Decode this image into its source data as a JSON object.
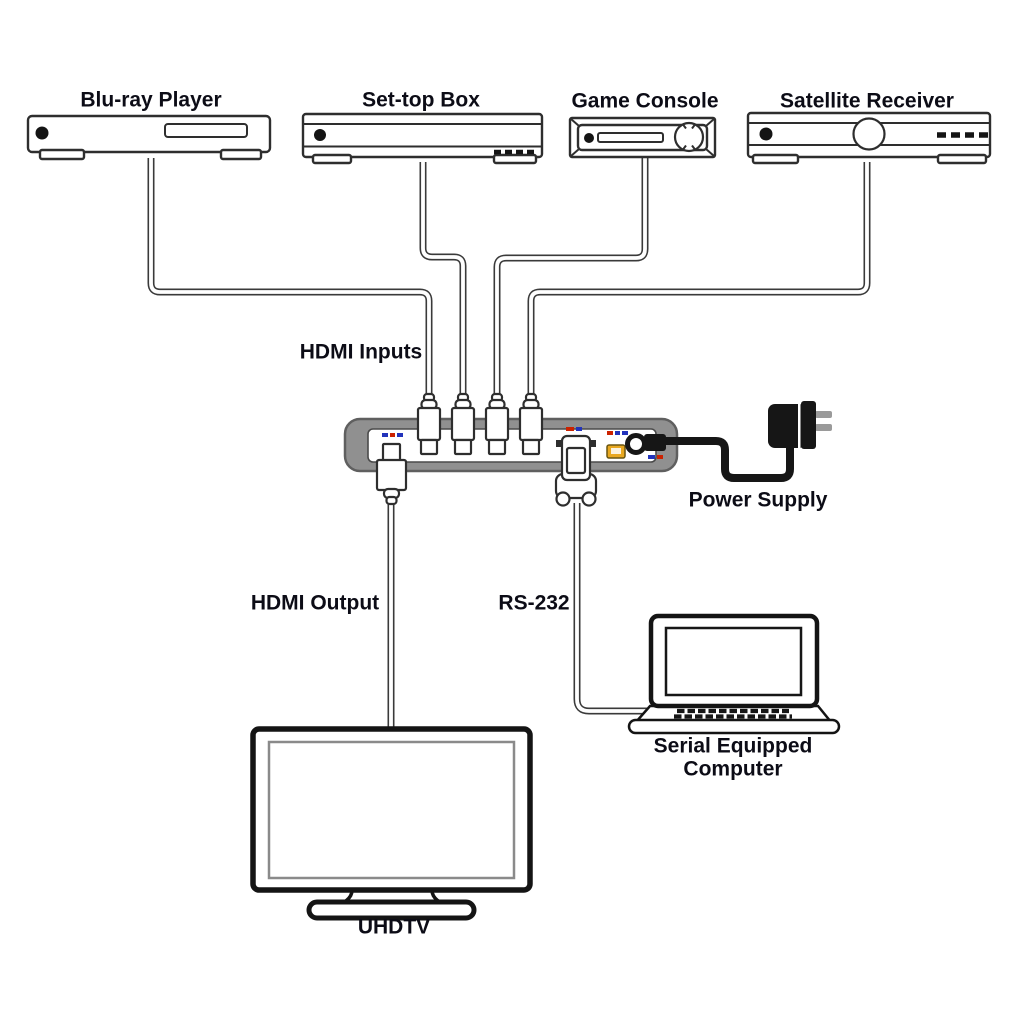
{
  "labels": {
    "blu_ray": "Blu-ray Player",
    "set_top": "Set-top Box",
    "game_console": "Game Console",
    "satellite": "Satellite Receiver",
    "hdmi_inputs": "HDMI Inputs",
    "power_supply": "Power Supply",
    "hdmi_output": "HDMI Output",
    "rs232": "RS-232",
    "serial_computer_line1": "Serial Equipped",
    "serial_computer_line2": "Computer",
    "uhdtv": "UHDTV"
  },
  "devices": [
    {
      "name": "Blu-ray Player",
      "role": "HDMI source"
    },
    {
      "name": "Set-top Box",
      "role": "HDMI source"
    },
    {
      "name": "Game Console",
      "role": "HDMI source"
    },
    {
      "name": "Satellite Receiver",
      "role": "HDMI source"
    },
    {
      "name": "Switch Unit",
      "role": "HDMI switcher"
    },
    {
      "name": "UHDTV",
      "role": "display"
    },
    {
      "name": "Serial Equipped Computer",
      "role": "RS-232 controller"
    },
    {
      "name": "Power Supply",
      "role": "power adapter"
    }
  ],
  "connections": [
    {
      "from": "Blu-ray Player",
      "to": "Switch Unit",
      "port": "HDMI Input 1"
    },
    {
      "from": "Set-top Box",
      "to": "Switch Unit",
      "port": "HDMI Input 2"
    },
    {
      "from": "Game Console",
      "to": "Switch Unit",
      "port": "HDMI Input 3"
    },
    {
      "from": "Satellite Receiver",
      "to": "Switch Unit",
      "port": "HDMI Input 4"
    },
    {
      "from": "Switch Unit",
      "to": "UHDTV",
      "port": "HDMI Output"
    },
    {
      "from": "Switch Unit",
      "to": "Serial Equipped Computer",
      "port": "RS-232"
    },
    {
      "from": "Power Supply",
      "to": "Switch Unit",
      "port": "DC power"
    }
  ],
  "colors": {
    "ink": "#141414",
    "line": "#2e2e2e",
    "label_text": "#0c0c16",
    "switch_body": "#909090",
    "switch_border": "#5f5f5f",
    "cable_outline": "#3a3a3a",
    "black_cable": "#161616",
    "marker_red": "#cc2200",
    "marker_blue": "#2233bb",
    "service_port_yellow": "#e9a820"
  }
}
